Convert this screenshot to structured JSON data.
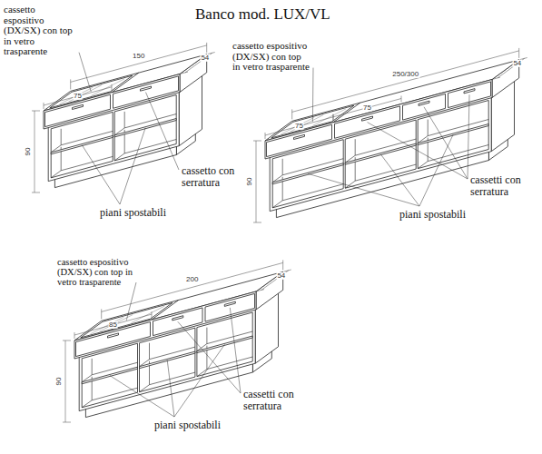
{
  "diagram": {
    "title": "Banco mod. LUX/VL",
    "labels": [
      "cassetto espositivo (DX/SX) con top in vetro trasparente",
      "54",
      "150",
      "75",
      "90",
      "cassetto con serratura",
      "piani spostabili",
      "cassetto espositivo (DX/SX) con top in vetro trasparente",
      "54",
      "250/300",
      "75",
      "75",
      "90",
      "cassetti con serratura",
      "piani spostabili",
      "cassetto espositivo (DX/SX) con top in vetro trasparente",
      "54",
      "200",
      "85",
      "90",
      "cassetti con serratura",
      "piani spostabili"
    ]
  }
}
